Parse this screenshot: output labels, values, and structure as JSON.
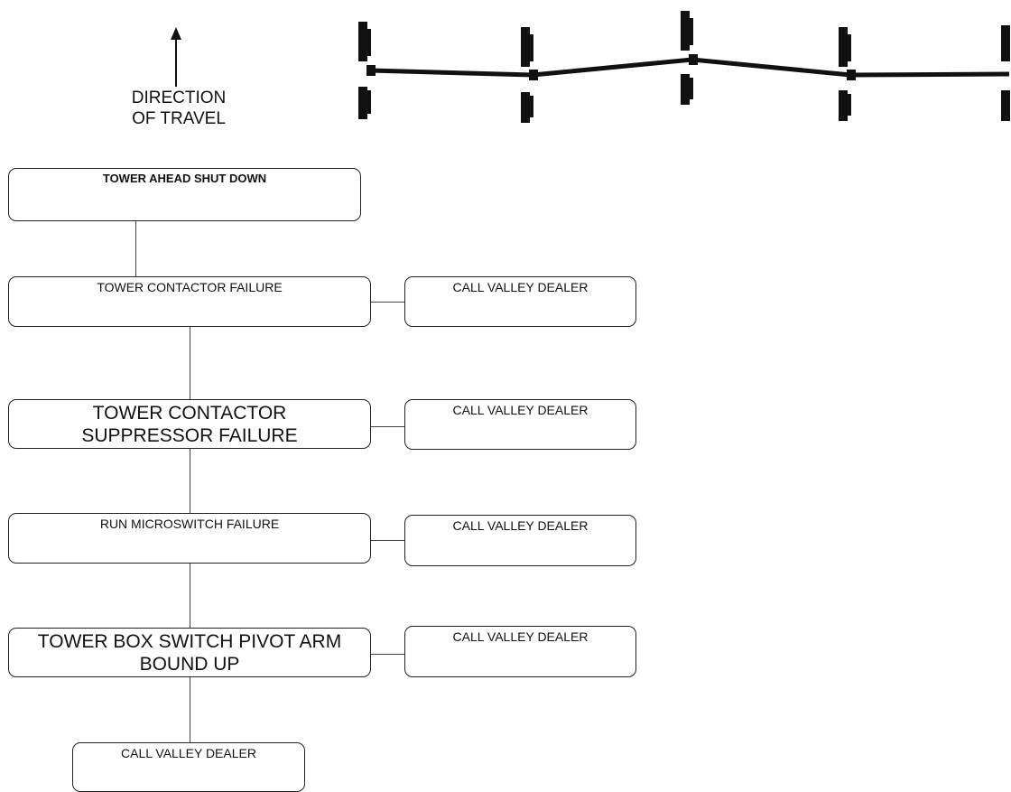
{
  "header": {
    "direction_line1": "DIRECTION",
    "direction_line2": "OF TRAVEL"
  },
  "flowchart": {
    "root": "TOWER AHEAD SHUT DOWN",
    "steps": [
      {
        "cause": "TOWER CONTACTOR FAILURE",
        "action": "CALL VALLEY DEALER"
      },
      {
        "cause": "TOWER CONTACTOR SUPPRESSOR FAILURE",
        "action": "CALL VALLEY DEALER"
      },
      {
        "cause": "RUN MICROSWITCH FAILURE",
        "action": "CALL VALLEY DEALER"
      },
      {
        "cause": "TOWER BOX SWITCH PIVOT ARM BOUND UP",
        "action": "CALL VALLEY DEALER"
      }
    ],
    "final": "CALL VALLEY DEALER"
  }
}
